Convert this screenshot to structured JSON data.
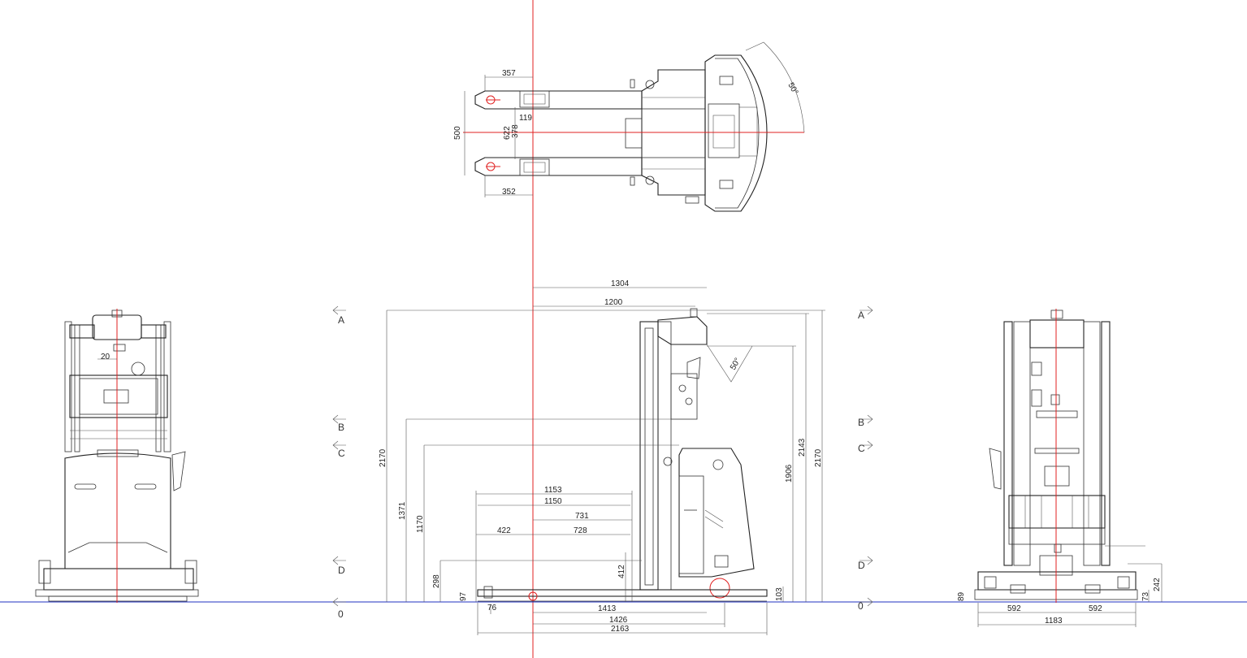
{
  "dimensions": {
    "top_fork_tip": "357",
    "top_fork_tip_lower": "352",
    "top_width_outer": "500",
    "top_width_622": "622",
    "top_width_378": "378",
    "top_fork_119": "119",
    "top_angle": "50°",
    "side_1304": "1304",
    "side_1200": "1200",
    "side_1153": "1153",
    "side_1150": "1150",
    "side_731": "731",
    "side_728": "728",
    "side_422": "422",
    "side_2170_left": "2170",
    "side_1371": "1371",
    "side_1170": "1170",
    "side_298": "298",
    "side_97": "97",
    "side_76": "76",
    "side_412": "412",
    "side_1413": "1413",
    "side_1426": "1426",
    "side_2163": "2163",
    "side_103": "103",
    "side_1906": "1906",
    "side_2143": "2143",
    "side_2170_right": "2170",
    "side_angle": "50°",
    "front_20": "20",
    "rear_592_left": "592",
    "rear_592_right": "592",
    "rear_1183": "1183",
    "rear_242": "242",
    "rear_73": "73",
    "rear_89": "89"
  },
  "section_labels": {
    "left": [
      "A",
      "B",
      "C",
      "D",
      "0"
    ],
    "right": [
      "A",
      "B",
      "C",
      "D",
      "0"
    ]
  },
  "colors": {
    "centerline": "#e02020",
    "ground": "#2030c0",
    "lines": "#333333"
  }
}
